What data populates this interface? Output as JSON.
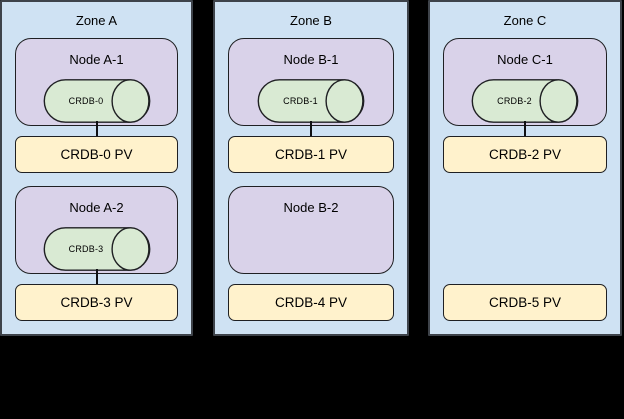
{
  "colors": {
    "background": "#000000",
    "zone_fill": "#cfe2f3",
    "node_fill": "#d9d2e9",
    "pod_fill": "#d9ead3",
    "pv_fill": "#fff2cc"
  },
  "zones": [
    {
      "label": "Zone A",
      "node1": {
        "label": "Node A-1",
        "pod_label": "CRDB-0"
      },
      "pv1_label": "CRDB-0 PV",
      "node2": {
        "label": "Node A-2",
        "pod_label": "CRDB-3"
      },
      "pv2_label": "CRDB-3 PV"
    },
    {
      "label": "Zone B",
      "node1": {
        "label": "Node B-1",
        "pod_label": "CRDB-1"
      },
      "pv1_label": "CRDB-1 PV",
      "node2": {
        "label": "Node B-2"
      },
      "pv2_label": "CRDB-4 PV"
    },
    {
      "label": "Zone C",
      "node1": {
        "label": "Node C-1",
        "pod_label": "CRDB-2"
      },
      "pv1_label": "CRDB-2 PV",
      "pv2_label": "CRDB-5 PV"
    }
  ]
}
